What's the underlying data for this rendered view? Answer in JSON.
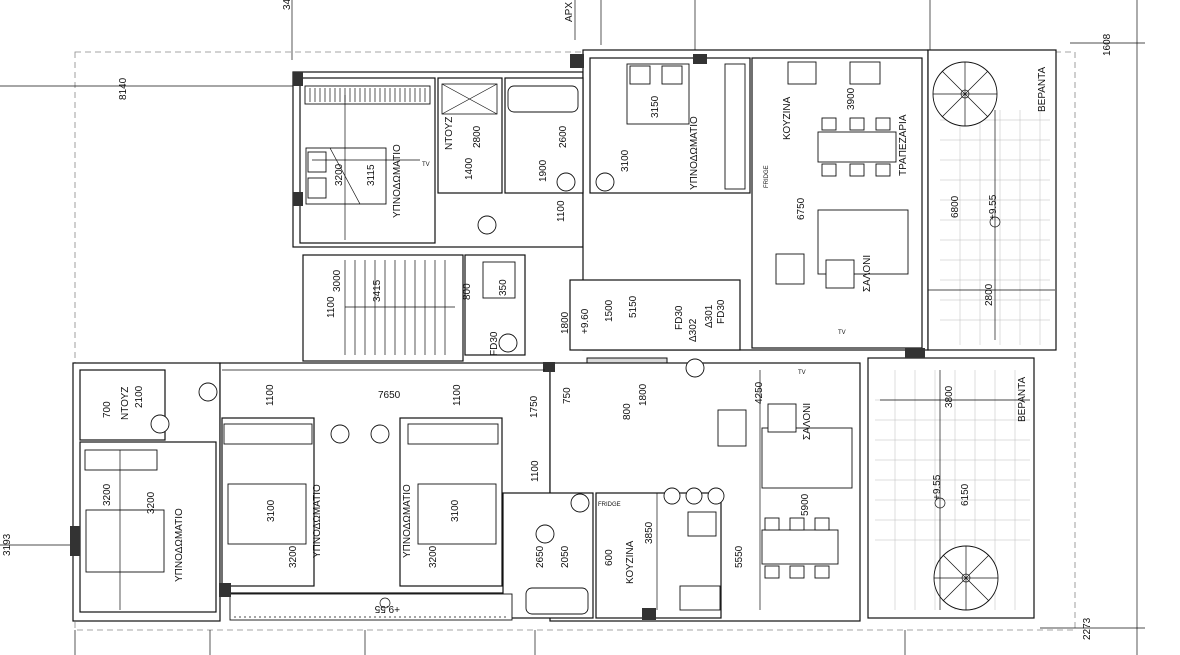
{
  "plan": {
    "rooms": {
      "bedroom": "ΥΠΝΟΔΩΜΑΤΙΟ",
      "shower": "ΝΤΟΥΖ",
      "kitchen": "ΚΟΥΖΙΝΑ",
      "dining": "ΤΡΑΠΕΖΑΡΙΑ",
      "living": "ΣΑΛΟΝΙ",
      "veranda": "ΒΕΡΑΝΤΑ"
    },
    "dimensions": {
      "d8140": "8140",
      "d3193": "3193",
      "d1608": "1608",
      "d2273": "2273",
      "d3115": "3115",
      "d3200": "3200",
      "d2800": "2800",
      "d1400": "1400",
      "d1900": "1900",
      "d2600": "2600",
      "d3150": "3150",
      "d3100": "3100",
      "d3900": "3900",
      "d6750": "6750",
      "d6800": "6800",
      "d1100": "1100",
      "d3000": "3000",
      "d3415": "3415",
      "d800": "800",
      "d1500": "1500",
      "d5150": "5150",
      "d1800": "1800",
      "d7650": "7650",
      "d2100": "2100",
      "d700": "700",
      "d1750": "1750",
      "d750": "750",
      "d4250": "4250",
      "d3800": "3800",
      "d6150": "6150",
      "d5900": "5900",
      "d5550": "5550",
      "d3850": "3850",
      "d600": "600",
      "d2050": "2050",
      "d2650": "2650",
      "d3100b": "3100",
      "d34": "34",
      "d350": "350"
    },
    "levels": {
      "l955": "+9.55",
      "l960": "+9.60"
    },
    "codes": {
      "fd30": "FD30",
      "delta301": "Δ301",
      "delta302": "Δ302",
      "fridge": "FRIDGE",
      "tv": "TV",
      "arch": "ΑΡΧ"
    }
  }
}
